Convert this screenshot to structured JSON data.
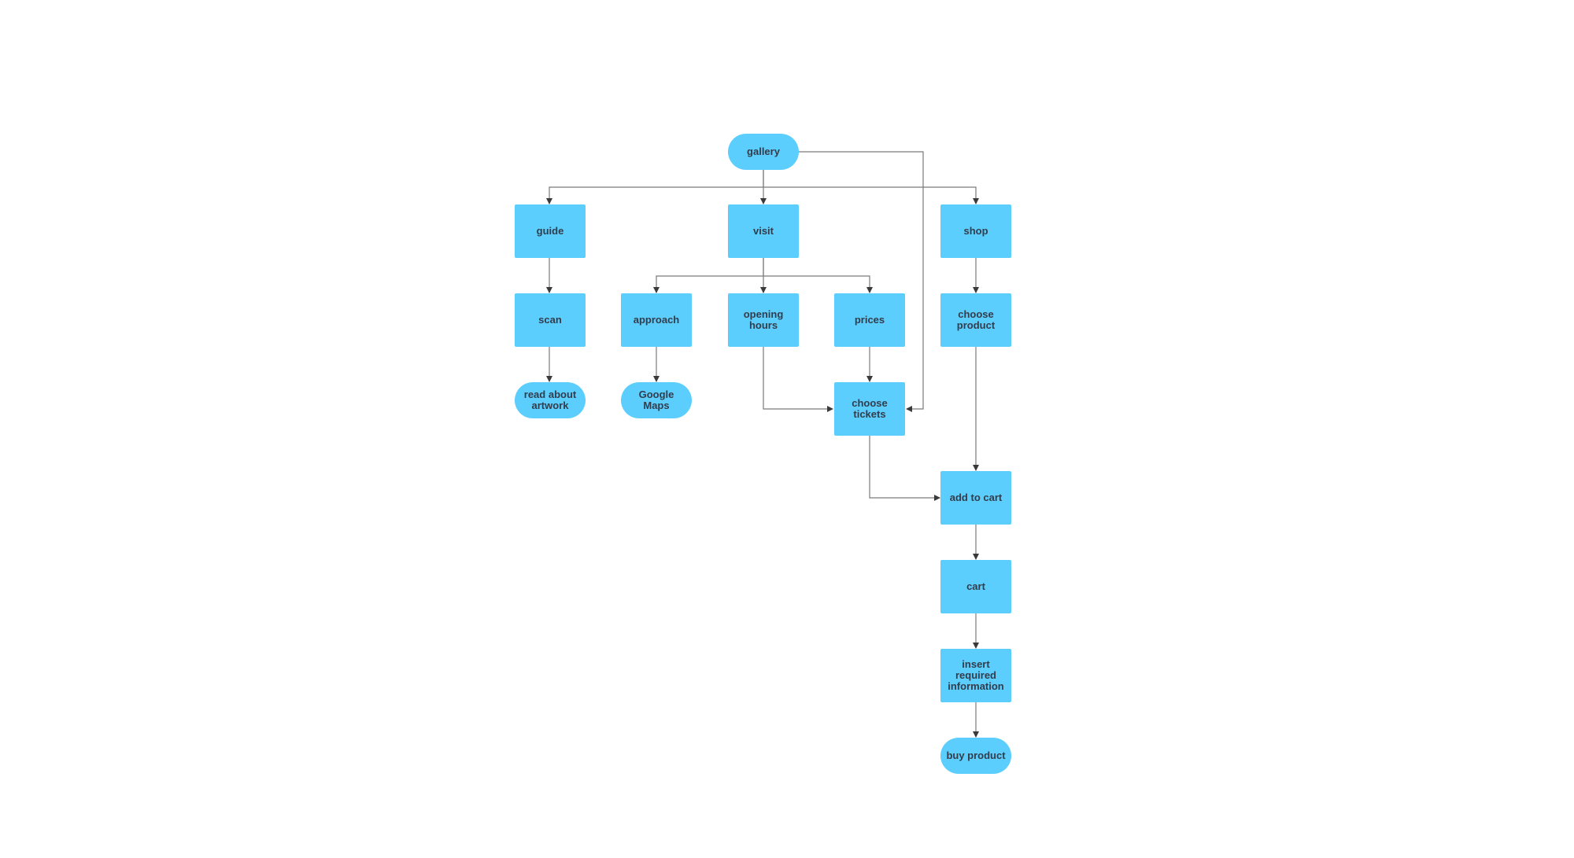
{
  "diagram": {
    "nodes": {
      "gallery": "gallery",
      "guide": "guide",
      "visit": "visit",
      "shop": "shop",
      "scan": "scan",
      "approach": "approach",
      "opening_hours": "opening hours",
      "prices": "prices",
      "choose_product": "choose product",
      "read_about_artwork": "read about artwork",
      "google_maps": "Google Maps",
      "choose_tickets": "choose tickets",
      "add_to_cart": "add to cart",
      "cart": "cart",
      "insert_required_information": "insert required information",
      "buy_product": "buy product"
    },
    "edges": [
      {
        "from": "gallery",
        "to": "guide"
      },
      {
        "from": "gallery",
        "to": "visit"
      },
      {
        "from": "gallery",
        "to": "shop"
      },
      {
        "from": "gallery",
        "to": "choose_tickets"
      },
      {
        "from": "guide",
        "to": "scan"
      },
      {
        "from": "scan",
        "to": "read_about_artwork"
      },
      {
        "from": "visit",
        "to": "approach"
      },
      {
        "from": "visit",
        "to": "opening_hours"
      },
      {
        "from": "visit",
        "to": "prices"
      },
      {
        "from": "approach",
        "to": "google_maps"
      },
      {
        "from": "opening_hours",
        "to": "choose_tickets"
      },
      {
        "from": "prices",
        "to": "choose_tickets"
      },
      {
        "from": "choose_tickets",
        "to": "add_to_cart"
      },
      {
        "from": "shop",
        "to": "choose_product"
      },
      {
        "from": "choose_product",
        "to": "add_to_cart"
      },
      {
        "from": "add_to_cart",
        "to": "cart"
      },
      {
        "from": "cart",
        "to": "insert_required_information"
      },
      {
        "from": "insert_required_information",
        "to": "buy_product"
      }
    ],
    "colors": {
      "node_fill": "#5ccefe",
      "node_text": "#333c4a",
      "edge": "#7a7a7a"
    }
  }
}
